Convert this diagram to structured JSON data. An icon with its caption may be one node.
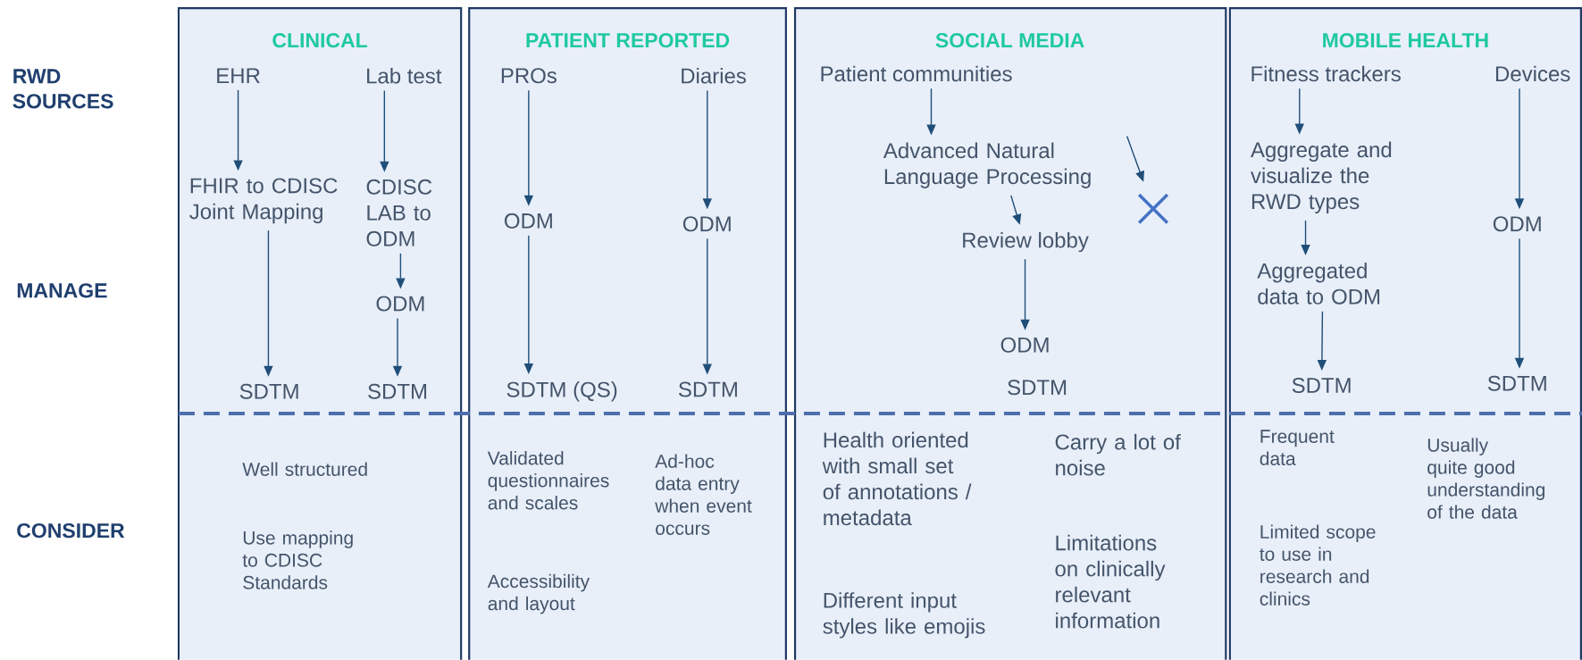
{
  "diagram": {
    "nodes": [
      {
        "text": [
          "CLINICAL",
          "Well structured",
          "Use mapping to CDISC Standards"
        ]
      },
      {
        "text": [
          "EHR"
        ],
        "in": 0
      },
      {
        "text": [
          "Lab test"
        ],
        "in": 0
      },
      {
        "text": [
          "FHIR to CDISC Joint Mapping"
        ],
        "in": 0
      },
      {
        "text": [
          "CDISC LAB to ODM"
        ],
        "in": 0
      },
      {
        "text": [
          "ODM"
        ],
        "in": 0
      },
      {
        "text": [
          "SDTM"
        ],
        "in": 0
      },
      {
        "text": [
          "SDTM"
        ],
        "in": 0
      },
      {
        "text": [
          "PATIENT REPORTED",
          "Validated questionnaires and scales",
          "Ad-hoc data entry when event occurs",
          "Accessibility and layout"
        ]
      },
      {
        "text": [
          "PROs"
        ],
        "in": 8
      },
      {
        "text": [
          "Diaries"
        ],
        "in": 8
      },
      {
        "text": [
          "ODM"
        ],
        "in": 8
      },
      {
        "text": [
          "ODM"
        ],
        "in": 8
      },
      {
        "text": [
          "SDTM (QS)"
        ],
        "in": 8
      },
      {
        "text": [
          "SDTM"
        ],
        "in": 8
      },
      {
        "text": [
          "SOCIAL MEDIA",
          "Health oriented with small set of annotations / metadata",
          "Carry a lot of noise",
          "Different input styles like emojis",
          "Limitations on clinically relevant information"
        ]
      },
      {
        "text": [
          "Patient communities"
        ],
        "in": 15
      },
      {
        "text": [
          "Advanced Natural Language Processing"
        ],
        "in": 15
      },
      {
        "text": [],
        "shape": "cross",
        "in": 15
      },
      {
        "text": [
          "Review lobby"
        ],
        "in": 15
      },
      {
        "text": [
          "ODM"
        ],
        "in": 15
      },
      {
        "text": [
          "SDTM"
        ],
        "in": 15
      },
      {
        "text": [
          "MOBILE HEALTH",
          "Frequent data",
          "Usually quite good understanding of the data",
          "Limited scope to use in research and clinics"
        ]
      },
      {
        "text": [
          "Fitness trackers"
        ],
        "in": 22
      },
      {
        "text": [
          "Devices"
        ],
        "in": 22
      },
      {
        "text": [
          "Aggregate and visualize the RWD types"
        ],
        "in": 22
      },
      {
        "text": [
          "ODM"
        ],
        "in": 22
      },
      {
        "text": [
          "Aggregated data to ODM"
        ],
        "in": 22
      },
      {
        "text": [
          "SDTM"
        ],
        "in": 22
      },
      {
        "text": [
          "SDTM"
        ],
        "in": 22
      }
    ],
    "edges": [
      {
        "from": 1,
        "to": 3,
        "arrow": "to"
      },
      {
        "from": 2,
        "to": 4,
        "arrow": "to"
      },
      {
        "from": 3,
        "to": 6,
        "arrow": "to"
      },
      {
        "from": 4,
        "to": 5,
        "arrow": "to"
      },
      {
        "from": 5,
        "to": 7,
        "arrow": "to"
      },
      {
        "from": 9,
        "to": 11,
        "arrow": "to"
      },
      {
        "from": 11,
        "to": 13,
        "arrow": "to"
      },
      {
        "from": 10,
        "to": 12,
        "arrow": "to"
      },
      {
        "from": 12,
        "to": 14,
        "arrow": "to"
      },
      {
        "from": 16,
        "to": 17,
        "arrow": "to"
      },
      {
        "from": null,
        "to": 18,
        "arrow": "to"
      },
      {
        "from": 17,
        "to": 19,
        "arrow": "to"
      },
      {
        "from": 19,
        "to": 20,
        "arrow": "to"
      },
      {
        "from": 23,
        "to": 25,
        "arrow": "to"
      },
      {
        "from": 25,
        "to": 27,
        "arrow": "to"
      },
      {
        "from": 27,
        "to": 28,
        "arrow": "to"
      },
      {
        "from": 24,
        "to": 26,
        "arrow": "to"
      },
      {
        "from": 26,
        "to": 29,
        "arrow": "to"
      }
    ],
    "labels": [
      "RWD SOURCES",
      "MANAGE",
      "CONSIDER"
    ]
  }
}
